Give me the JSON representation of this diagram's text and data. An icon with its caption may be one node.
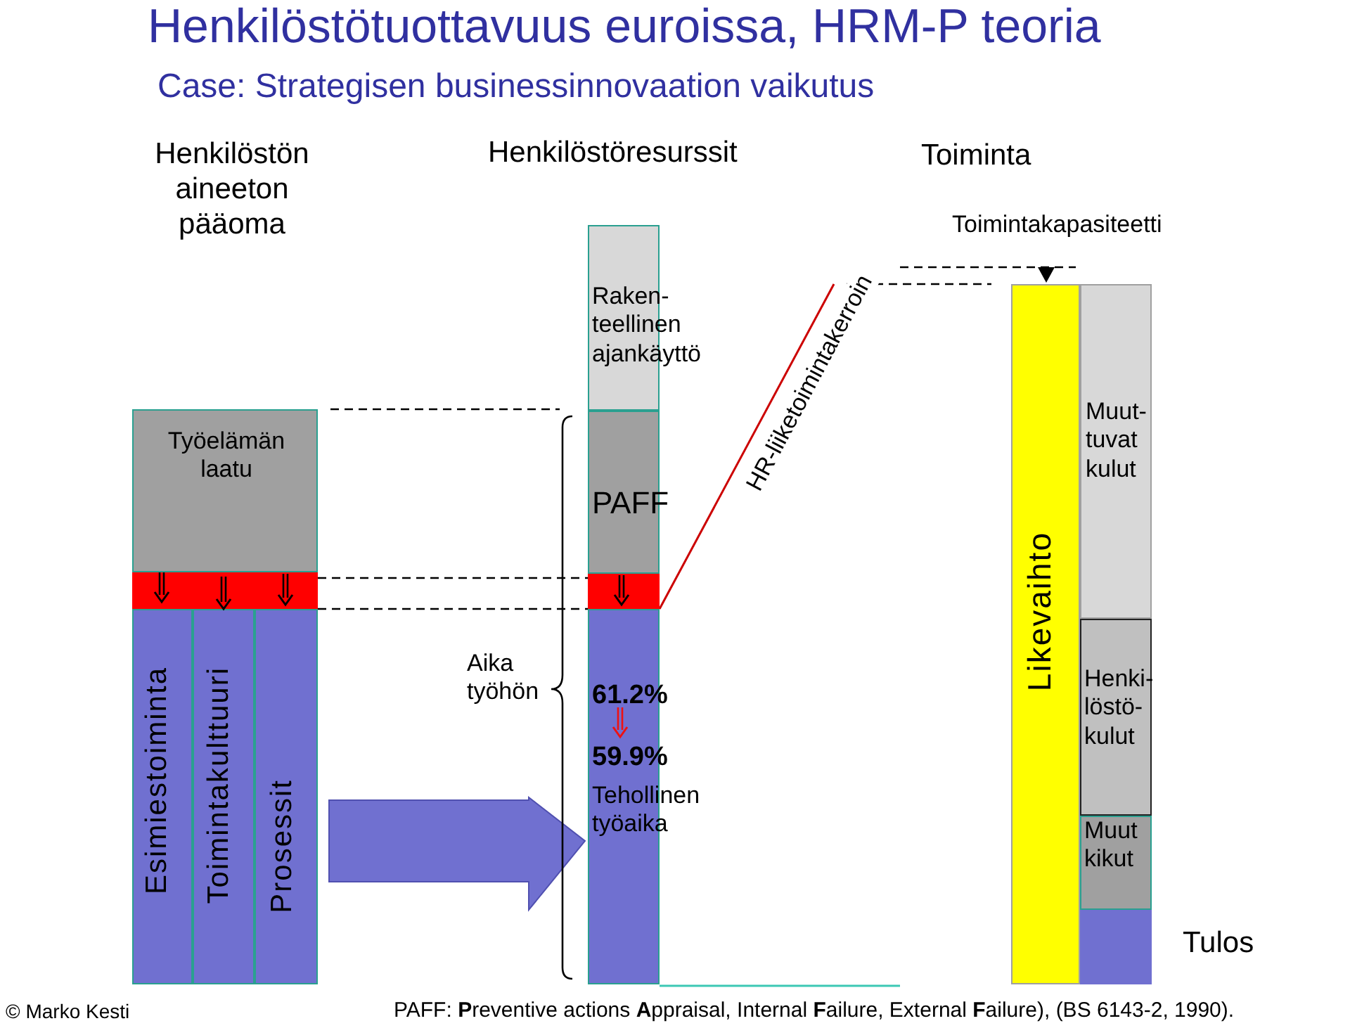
{
  "diagram": {
    "title": "Henkilöstötuottavuus euroissa, HRM-P teoria",
    "nodes": [
      {
        "text": [
          "Työelämän laatu"
        ]
      },
      {
        "text": [],
        "shape": "box"
      },
      {
        "text": [
          "Esimiestoiminta"
        ]
      },
      {
        "text": [
          "Toimintakulttuuri"
        ]
      },
      {
        "text": [
          "Prosessit"
        ]
      },
      {
        "text": [
          "Raken- teellinen ajankäyttö"
        ]
      },
      {
        "text": [
          "PAFF"
        ]
      },
      {
        "text": [],
        "shape": "box"
      },
      {
        "text": [
          "61.2%",
          "59.9%",
          "Tehollinen työaika"
        ]
      },
      {
        "text": [
          "Likevaihto"
        ]
      },
      {
        "text": [
          "Muut- tuvat kulut"
        ]
      },
      {
        "text": [
          "Henki- löstö- kulut"
        ]
      },
      {
        "text": [
          "Muut kikut"
        ]
      },
      {
        "text": [],
        "shape": "box",
        "beside": [
          "Tulos"
        ]
      }
    ],
    "edges": [
      {
        "from": 4,
        "to": 8,
        "arrow": "to",
        "style": "thick"
      },
      {
        "from": 7,
        "to": null,
        "arrow": "none",
        "color": "#cc0000",
        "label": "HR-liiketoimintakerroin"
      },
      {
        "from": 1,
        "to": 7,
        "arrow": "none",
        "style": "dashed"
      },
      {
        "from": 1,
        "to": 7,
        "arrow": "none",
        "style": "dashed"
      }
    ],
    "labels": [
      "Case: Strategisen businessinnovaation vaikutus",
      "Henkilöstön aineeton pääoma",
      "Henkilöstöresurssit",
      "Toiminta",
      "Toimintakapasiteetti",
      "Aika työhön",
      "© Marko Kesti",
      "PAFF: **P**reventive actions **A**ppraisal, Internal **F**ailure, External **F**ailure), (BS 6143-2, 1990)."
    ]
  }
}
